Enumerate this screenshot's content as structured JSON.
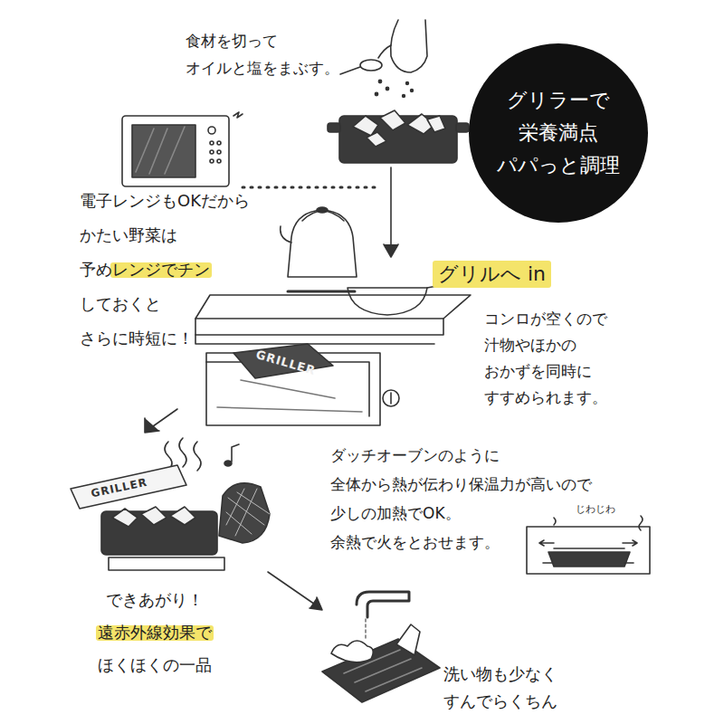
{
  "diagram": {
    "nodes": [
      {
        "text": [
          "グリラーで 栄養満点 パパっと調理"
        ]
      }
    ],
    "labels": [
      "食材を切って オイルと塩をまぶす。",
      "電子レンジもOKだから かたい野菜は 予めレンジでチン しておくと さらに時短に！",
      "グリルへ in",
      "コンロが空くので 汁物やほかの おかずを同時に すすめられます。",
      "GRILLER",
      "ダッチオーブンのように 全体から熱が伝わり保温力が高いので 少しの加熱でOK。 余熱で火をとおせます。",
      "じわじわ",
      "GRILLER",
      "できあがり！ 遠赤外線効果で ほくほくの一品",
      "洗い物も少なく すんでらくちん"
    ]
  }
}
